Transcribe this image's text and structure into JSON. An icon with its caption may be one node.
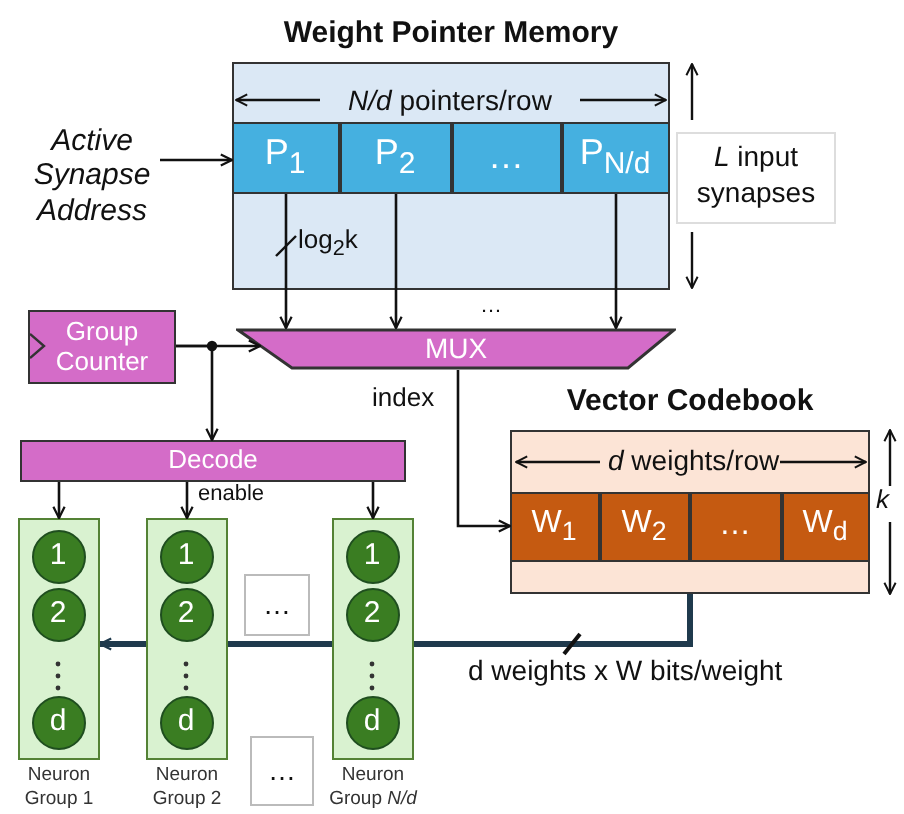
{
  "diagram": {
    "nodes": [
      {
        "text": [
          "Weight Pointer Memory"
        ]
      },
      {
        "text": [
          "P$_{1}$"
        ],
        "in": 0
      },
      {
        "text": [
          "P$_{2}$"
        ],
        "in": 0
      },
      {
        "text": [
          "…"
        ],
        "in": 0
      },
      {
        "text": [
          "P$_{N/d}$"
        ],
        "in": 0
      },
      {
        "text": [
          "Active Synapse Address"
        ]
      },
      {
        "text": [
          "Group Counter"
        ]
      },
      {
        "text": [
          "MUX"
        ]
      },
      {
        "text": [
          "Decode"
        ]
      },
      {
        "text": [
          "Vector Codebook"
        ]
      },
      {
        "text": [
          "W$_{1}$"
        ],
        "in": 9
      },
      {
        "text": [
          "W$_{2}$"
        ],
        "in": 9
      },
      {
        "text": [
          "…"
        ],
        "in": 9
      },
      {
        "text": [
          "W$_{d}$"
        ],
        "in": 9
      },
      {
        "text": [],
        "shape": "box",
        "beside": [
          "Neuron Group 1"
        ]
      },
      {
        "text": [
          "1"
        ],
        "in": 14
      },
      {
        "text": [
          "2"
        ],
        "in": 14
      },
      {
        "text": [
          "d"
        ],
        "in": 14
      },
      {
        "text": [],
        "shape": "box",
        "beside": [
          "Neuron Group 2"
        ]
      },
      {
        "text": [
          "1"
        ],
        "in": 18
      },
      {
        "text": [
          "2"
        ],
        "in": 18
      },
      {
        "text": [
          "d"
        ],
        "in": 18
      },
      {
        "text": [
          "…"
        ]
      },
      {
        "text": [],
        "shape": "box",
        "beside": [
          "Neuron Group *N/d*"
        ]
      },
      {
        "text": [
          "1"
        ],
        "in": 23
      },
      {
        "text": [
          "2"
        ],
        "in": 23
      },
      {
        "text": [
          "d"
        ],
        "in": 23
      },
      {
        "text": [
          "…"
        ]
      }
    ],
    "edges": [
      {
        "from": 5,
        "to": 1,
        "arrow": "to"
      },
      {
        "from": 1,
        "to": 7,
        "arrow": "to",
        "label": "log$_{2}$k"
      },
      {
        "from": 2,
        "to": 7,
        "arrow": "to"
      },
      {
        "from": 4,
        "to": 7,
        "arrow": "to"
      },
      {
        "from": 6,
        "to": 7,
        "arrow": "to"
      },
      {
        "from": 6,
        "to": 8,
        "arrow": "to"
      },
      {
        "from": 7,
        "to": 10,
        "arrow": "to",
        "label": "index"
      },
      {
        "from": 8,
        "to": 14,
        "arrow": "to"
      },
      {
        "from": 8,
        "to": 18,
        "arrow": "to",
        "label": "enable"
      },
      {
        "from": 8,
        "to": 23,
        "arrow": "to"
      },
      {
        "from": 9,
        "to": 14,
        "arrow": "to",
        "label": "d weights x W bits/weight",
        "style": "thick",
        "color": "#1f3a4d"
      }
    ],
    "labels": [
      "*N/d* pointers/row",
      "*L* input synapses",
      "…",
      "*d* weights/row",
      "k"
    ]
  }
}
